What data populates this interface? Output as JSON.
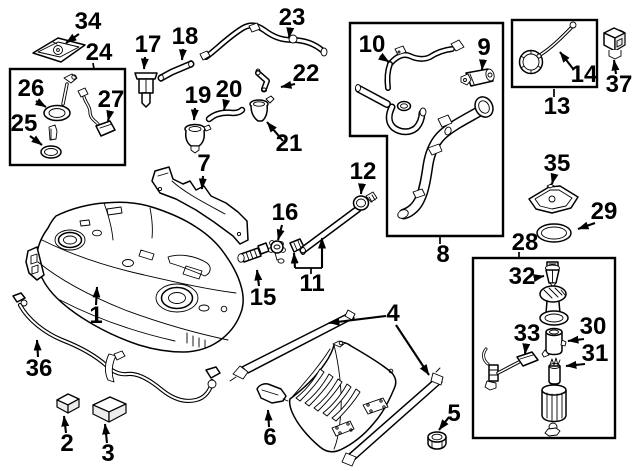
{
  "colors": {
    "background": "#ffffff",
    "line": "#000000",
    "shade": "#ececec"
  },
  "callouts": {
    "n1": {
      "label": "1"
    },
    "n2": {
      "label": "2"
    },
    "n3": {
      "label": "3"
    },
    "n4": {
      "label": "4"
    },
    "n5": {
      "label": "5"
    },
    "n6": {
      "label": "6"
    },
    "n7": {
      "label": "7"
    },
    "n8": {
      "label": "8"
    },
    "n9": {
      "label": "9"
    },
    "n10": {
      "label": "10"
    },
    "n11": {
      "label": "11"
    },
    "n12": {
      "label": "12"
    },
    "n13": {
      "label": "13"
    },
    "n14": {
      "label": "14"
    },
    "n15": {
      "label": "15"
    },
    "n16": {
      "label": "16"
    },
    "n17": {
      "label": "17"
    },
    "n18": {
      "label": "18"
    },
    "n19": {
      "label": "19"
    },
    "n20": {
      "label": "20"
    },
    "n21": {
      "label": "21"
    },
    "n22": {
      "label": "22"
    },
    "n23": {
      "label": "23"
    },
    "n24": {
      "label": "24"
    },
    "n25": {
      "label": "25"
    },
    "n26": {
      "label": "26"
    },
    "n27": {
      "label": "27"
    },
    "n28": {
      "label": "28"
    },
    "n29": {
      "label": "29"
    },
    "n30": {
      "label": "30"
    },
    "n31": {
      "label": "31"
    },
    "n32": {
      "label": "32"
    },
    "n33": {
      "label": "33"
    },
    "n34": {
      "label": "34"
    },
    "n35": {
      "label": "35"
    },
    "n36": {
      "label": "36"
    },
    "n37": {
      "label": "37"
    }
  }
}
